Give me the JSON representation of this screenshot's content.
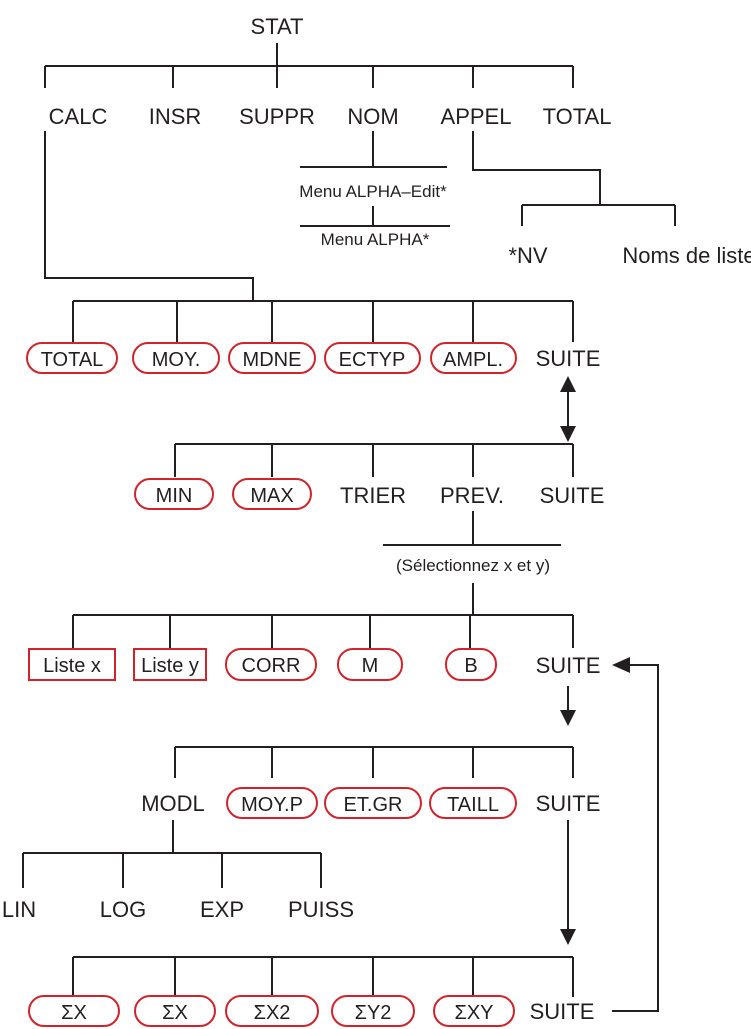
{
  "root": "STAT",
  "level1": [
    "CALC",
    "INSR",
    "SUPPR",
    "NOM",
    "APPEL",
    "TOTAL"
  ],
  "nom_menu": [
    "Menu ALPHA–Edit*",
    "Menu ALPHA*"
  ],
  "appel_children": [
    "*NV",
    "Noms de liste"
  ],
  "row1": [
    "TOTAL",
    "MOY.",
    "MDNE",
    "ECTYP",
    "AMPL.",
    "SUITE"
  ],
  "row2": [
    "MIN",
    "MAX",
    "TRIER",
    "PREV.",
    "SUITE"
  ],
  "prev_note": "(Sélectionnez x et y)",
  "row3": [
    "Liste x",
    "Liste y",
    "CORR",
    "M",
    "B",
    "SUITE"
  ],
  "row4": [
    "MODL",
    "MOY.P",
    "ET.GR",
    "TAILL",
    "SUITE"
  ],
  "modl_children": [
    "LIN",
    "LOG",
    "EXP",
    "PUISS"
  ],
  "row5": [
    "ΣX",
    "ΣX",
    "ΣX2",
    "ΣY2",
    "ΣXY",
    "SUITE"
  ],
  "colors": {
    "line": "#231f20",
    "key_border": "#d2232a"
  }
}
